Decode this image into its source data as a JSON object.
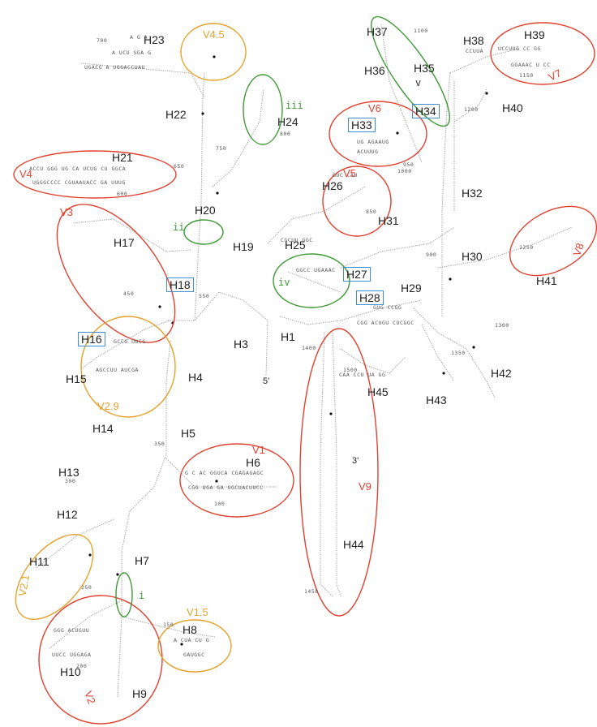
{
  "colors": {
    "variable_region": "#e0412f",
    "partial_variable": "#e5a12a",
    "insertion": "#3f9a36",
    "boxed_helix": "#3d8fd1"
  },
  "helices": {
    "H1": "H1",
    "H3": "H3",
    "H4": "H4",
    "H5": "H5",
    "H6": "H6",
    "H7": "H7",
    "H8": "H8",
    "H9": "H9",
    "H10": "H10",
    "H11": "H11",
    "H12": "H12",
    "H13": "H13",
    "H14": "H14",
    "H15": "H15",
    "H16": "H16",
    "H17": "H17",
    "H18": "H18",
    "H19": "H19",
    "H20": "H20",
    "H21": "H21",
    "H22": "H22",
    "H23": "H23",
    "H24": "H24",
    "H25": "H25",
    "H26": "H26",
    "H27": "H27",
    "H28": "H28",
    "H29": "H29",
    "H30": "H30",
    "H31": "H31",
    "H32": "H32",
    "H33": "H33",
    "H34": "H34",
    "H35": "H35",
    "H36": "H36",
    "H37": "H37",
    "H38": "H38",
    "H39": "H39",
    "H40": "H40",
    "H41": "H41",
    "H42": "H42",
    "H43": "H43",
    "H44": "H44",
    "H45": "H45"
  },
  "variable_regions": {
    "V1": "V1",
    "V1_5": "V1.5",
    "V2": "V2",
    "V2_1": "V2.1",
    "V2_9": "V2.9",
    "V3": "V3",
    "V4": "V4",
    "V4_5": "V4.5",
    "V5": "V5",
    "V6": "V6",
    "V7": "V7",
    "V8": "V8",
    "V9": "V9"
  },
  "insertions": {
    "i": "i",
    "ii": "ii",
    "iii": "iii",
    "iv": "iv",
    "v": "v"
  },
  "ends": {
    "five_prime": "5'",
    "three_prime": "3'"
  },
  "position_numbers": {
    "n100": "100",
    "n150": "150",
    "n200": "200",
    "n250": "250",
    "n300": "300",
    "n350": "350",
    "n450": "450",
    "n550": "550",
    "n600": "600",
    "n650": "650",
    "n700": "700",
    "n750": "750",
    "n800": "800",
    "n850": "850",
    "n900": "900",
    "n950": "950",
    "n1000": "1000",
    "n1100": "1100",
    "n1150": "1150",
    "n1200": "1200",
    "n1250": "1250",
    "n1300": "1300",
    "n1350": "1350",
    "n1400": "1400",
    "n1450": "1450",
    "n1500": "1500"
  },
  "sequence_fragments": {
    "h23_top": "A G A",
    "h23_loop": "A  UCU  SGA  G",
    "h23_stem": "UGACG  A  UGGACCUAU",
    "h21_top": "ACCU  GGG  UG CA UCUG  CU  GGCA",
    "h21_bottom": "UGGGCCCC  CGUAAUACC  GA UUUG",
    "h6_top": "G C  AC  GGUCA CGAGAGAGC",
    "h6_bottom": "CGG UGA GA  GGCUACUUCC",
    "h8_seq": "A CUA  CU G",
    "h8_bottom": "GAUGGC",
    "h10_top": "GGG  ACUGUU",
    "h10_bottom": "UUCC  UGGAGA",
    "h39_top": "UCCUUG  CC GG",
    "h39_bottom": "GGAAAC  U CC",
    "h27_seq": "GGCC  UGAAAC",
    "h28_seq": "GUG  CCGG",
    "h33_seq": "UG  AGAAUG",
    "h33_bottom": "ACUUUG",
    "h45_seq": "CAA  CCU  UA  GG",
    "h29_seq": "CGG  ACUGU  CUCGGC",
    "h38_seq": "CCUUA",
    "h15_seq": "AGCCUU  AUCGA",
    "h16_seq": "GCCG  UUCG",
    "h26_seq": "GUC CAU",
    "h25_seq": "CGCUU  GGC"
  }
}
